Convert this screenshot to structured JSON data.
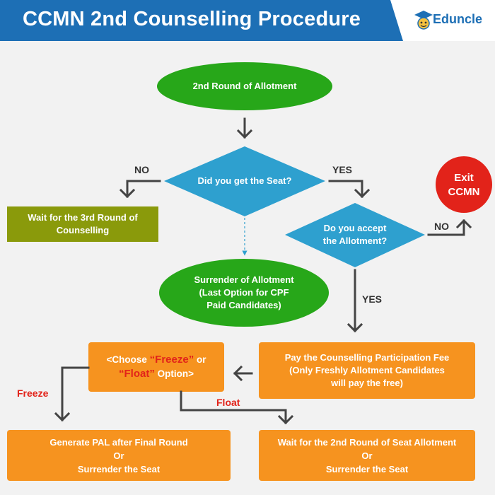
{
  "header": {
    "title": "CCMN 2nd Counselling Procedure",
    "logo_text": "Eduncle"
  },
  "nodes": {
    "round2": "2nd Round of Allotment",
    "get_seat": "Did you get the Seat?",
    "wait3_line1": "Wait for the 3rd Round of",
    "wait3_line2": "Counselling",
    "accept_line1": "Do you accept",
    "accept_line2": "the Allotment?",
    "exit_line1": "Exit",
    "exit_line2": "CCMN",
    "surrender_line1": "Surrender of Allotment",
    "surrender_line2": "(Last Option for CPF",
    "surrender_line3": "Paid Candidates)",
    "pay_line1": "Pay the Counselling Participation Fee",
    "pay_line2": "(Only Freshly Allotment Candidates",
    "pay_line3": "will pay the free)",
    "choose_prefix": "<Choose ",
    "choose_freeze": "“Freeze”",
    "choose_or": " or",
    "choose_float": "“Float”",
    "choose_suffix": " Option>",
    "pal_line1": "Generate PAL after Final Round",
    "pal_line2": "Or",
    "pal_line3": "Surrender the Seat",
    "wait2_line1": "Wait for the 2nd Round of Seat Allotment",
    "wait2_line2": "Or",
    "wait2_line3": "Surrender the Seat"
  },
  "edges": {
    "no1": "NO",
    "yes1": "YES",
    "no2": "NO",
    "yes2": "YES",
    "freeze": "Freeze",
    "float": "Float"
  },
  "colors": {
    "header": "#1d6fb5",
    "green": "#27a719",
    "teal": "#2ea0cf",
    "olive": "#8a9a0b",
    "orange": "#f6931f",
    "red": "#e2231a",
    "arrow": "#444444"
  }
}
